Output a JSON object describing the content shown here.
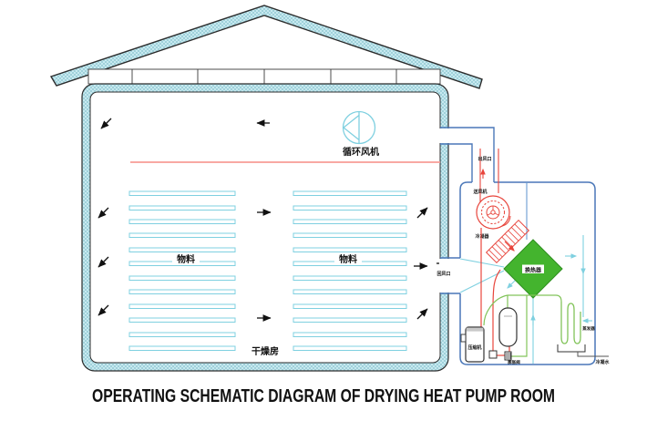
{
  "title": "OPERATING SCHEMATIC DIAGRAM OF DRYING HEAT PUMP ROOM",
  "drying_room": {
    "circulation_fan_label": "循环风机",
    "left_rack_label": "物料",
    "right_rack_label": "物料",
    "room_label": "干燥房"
  },
  "heat_pump_unit": {
    "air_outlet_label": "出风口",
    "supply_fan_label": "送风机",
    "condenser_label": "冷凝器",
    "heat_exchanger_label": "换热器",
    "return_air_label": "回风口",
    "compressor_label": "压缩机",
    "expansion_valve_label": "膨胀阀",
    "evaporator_label": "蒸发器",
    "condensate_label": "冷凝水"
  },
  "colors": {
    "wall_fill": "#cfeef4",
    "wall_hatch": "#8fc7d2",
    "cyan_line": "#7fd0e0",
    "red_line": "#e8453c",
    "hot_air_line": "#f79b96",
    "unit_blue": "#4a77b8",
    "pipe_green": "#82c45a",
    "diamond_green": "#44b42e",
    "text": "#111111"
  }
}
